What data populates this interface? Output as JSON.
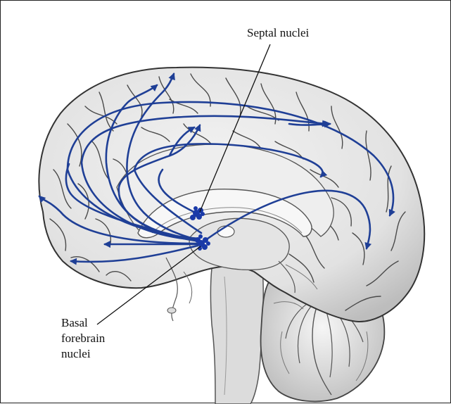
{
  "labels": {
    "septal_nuclei": "Septal nuclei",
    "basal_forebrain_line1": "Basal",
    "basal_forebrain_line2": "forebrain",
    "basal_forebrain_line3": "nuclei"
  },
  "colors": {
    "pathway": "#1f3f96",
    "nuclei": "#1a3aa8",
    "brain_fill": "#e9e9e9",
    "sulcus": "#4a4a4a",
    "leader_line": "#111111"
  }
}
